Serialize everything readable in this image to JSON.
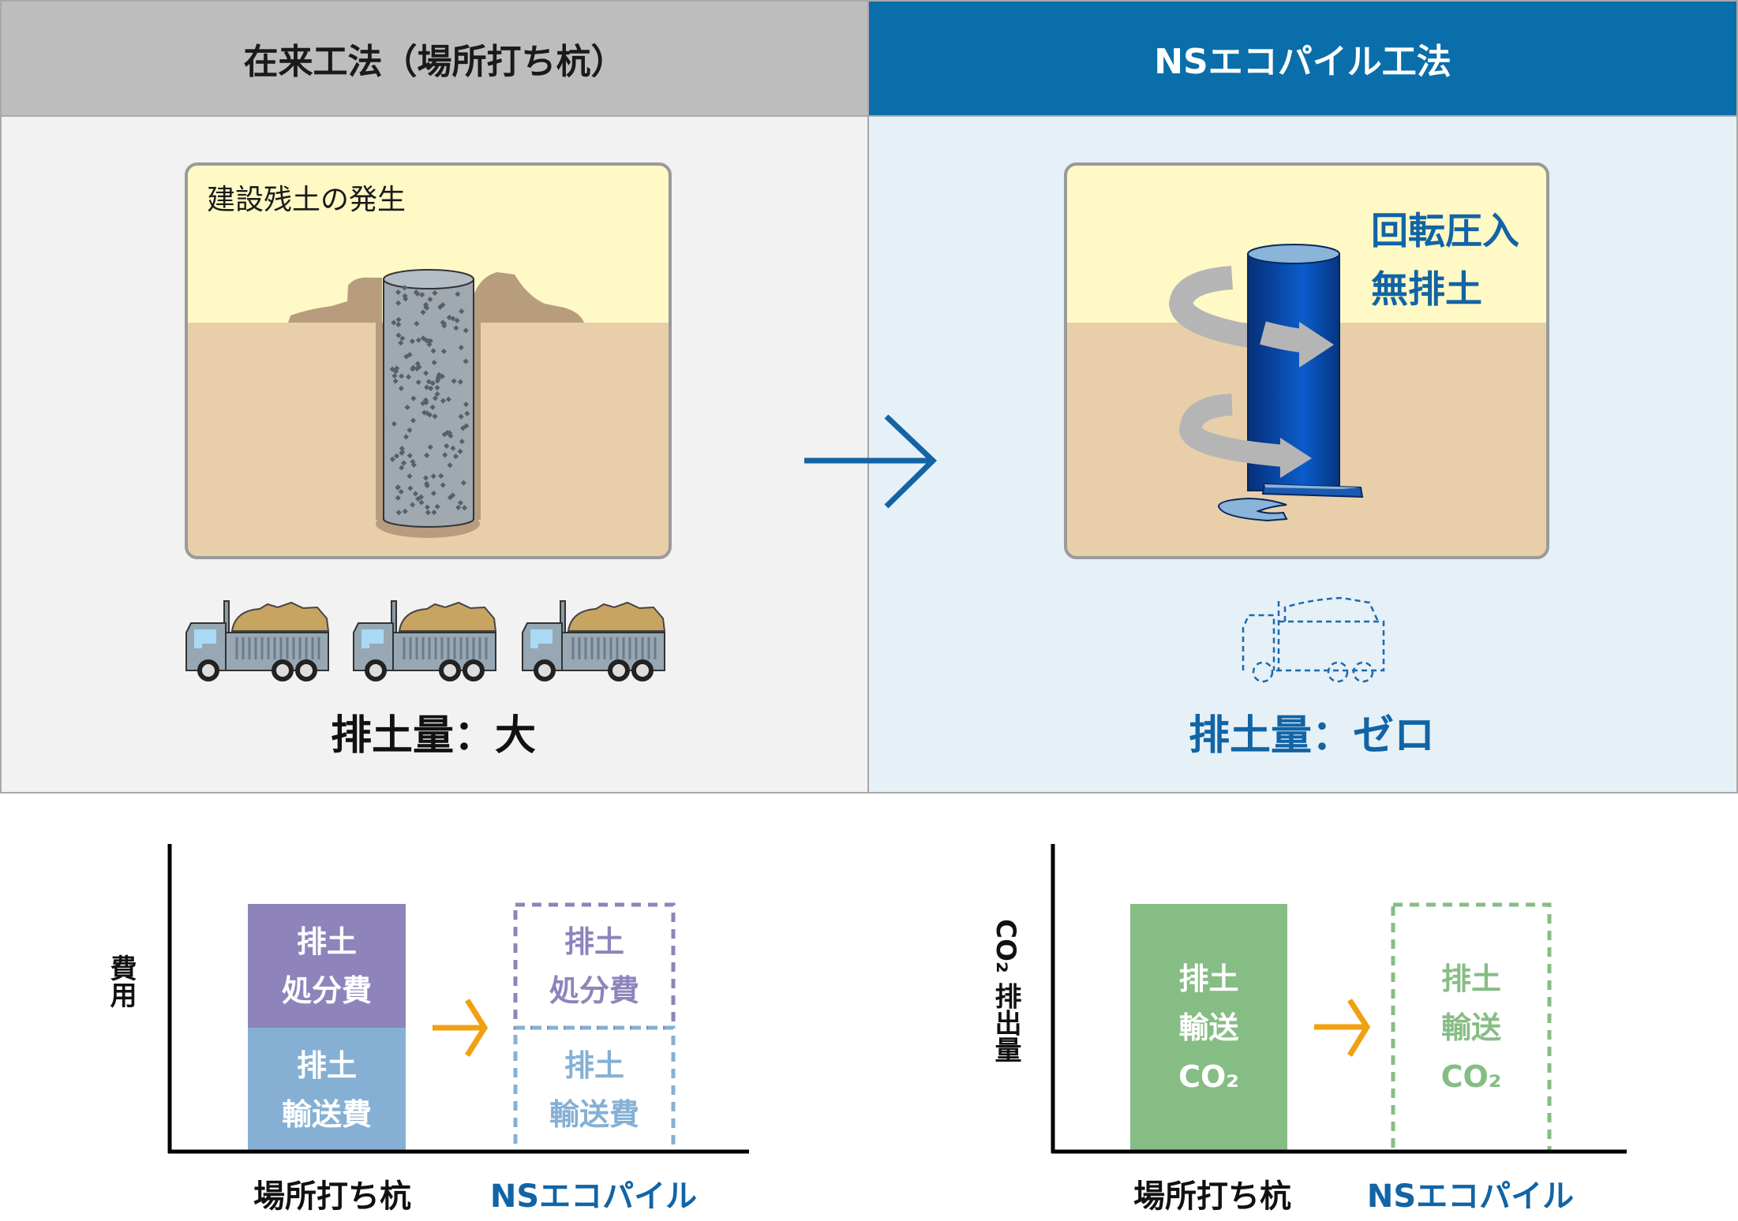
{
  "left_panel": {
    "header": "在来工法（場所打ち杭）",
    "scene_label": "建設残土の発生",
    "result": "排土量：大"
  },
  "right_panel": {
    "header": "NSエコパイル工法",
    "scene_label_1": "回転圧入",
    "scene_label_2": "無排土",
    "result": "排土量：ゼロ"
  },
  "colors": {
    "left_header": "#bdbdbd",
    "right_header": "#0a6eaa",
    "accent_blue": "#1164a5",
    "disposal": "#8e84bb",
    "transport": "#85b0d4",
    "co2": "#86bd85",
    "arrow": "#f0a010"
  },
  "cost_chart": {
    "ylabel": "費用",
    "categories": [
      "場所打ち杭",
      "NSエコパイル"
    ],
    "before": {
      "top": "排土\n処分費",
      "top_1": "排土",
      "top_2": "処分費",
      "bottom_1": "排土",
      "bottom_2": "輸送費"
    },
    "after": {
      "top_1": "排土",
      "top_2": "処分費",
      "bottom_1": "排土",
      "bottom_2": "輸送費"
    }
  },
  "co2_chart": {
    "ylabel": "CO₂ 排出量",
    "categories": [
      "場所打ち杭",
      "NSエコパイル"
    ],
    "before": {
      "line_1": "排土",
      "line_2": "輸送",
      "line_3": "CO₂"
    },
    "after": {
      "line_1": "排土",
      "line_2": "輸送",
      "line_3": "CO₂"
    }
  }
}
